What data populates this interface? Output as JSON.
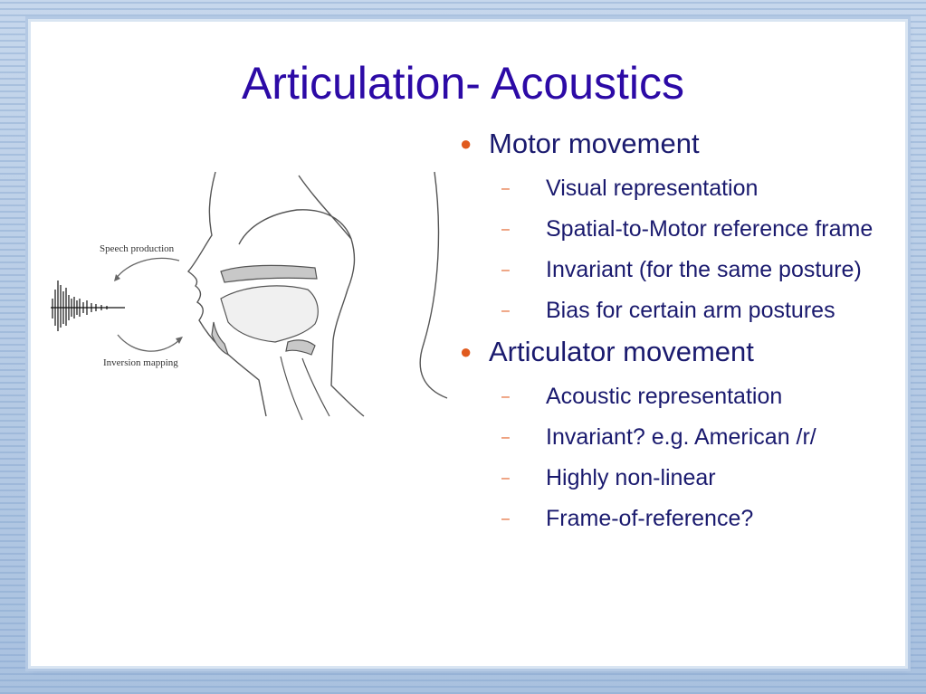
{
  "slide": {
    "title": "Articulation- Acoustics",
    "figure": {
      "label_top": "Speech production",
      "label_bottom": "Inversion mapping"
    },
    "bullets": [
      {
        "text": "Motor movement",
        "sub": [
          "Visual representation",
          "Spatial-to-Motor reference frame",
          "Invariant (for the same posture)",
          "Bias for certain arm postures"
        ]
      },
      {
        "text": "Articulator movement",
        "sub": [
          "Acoustic representation",
          "Invariant? e.g. American /r/",
          "Highly non-linear",
          "Frame-of-reference?"
        ]
      }
    ]
  },
  "colors": {
    "title": "#2c0aa6",
    "text": "#1a1a6e",
    "bullet": "#e05a1e",
    "frame": "#a9c1df"
  }
}
